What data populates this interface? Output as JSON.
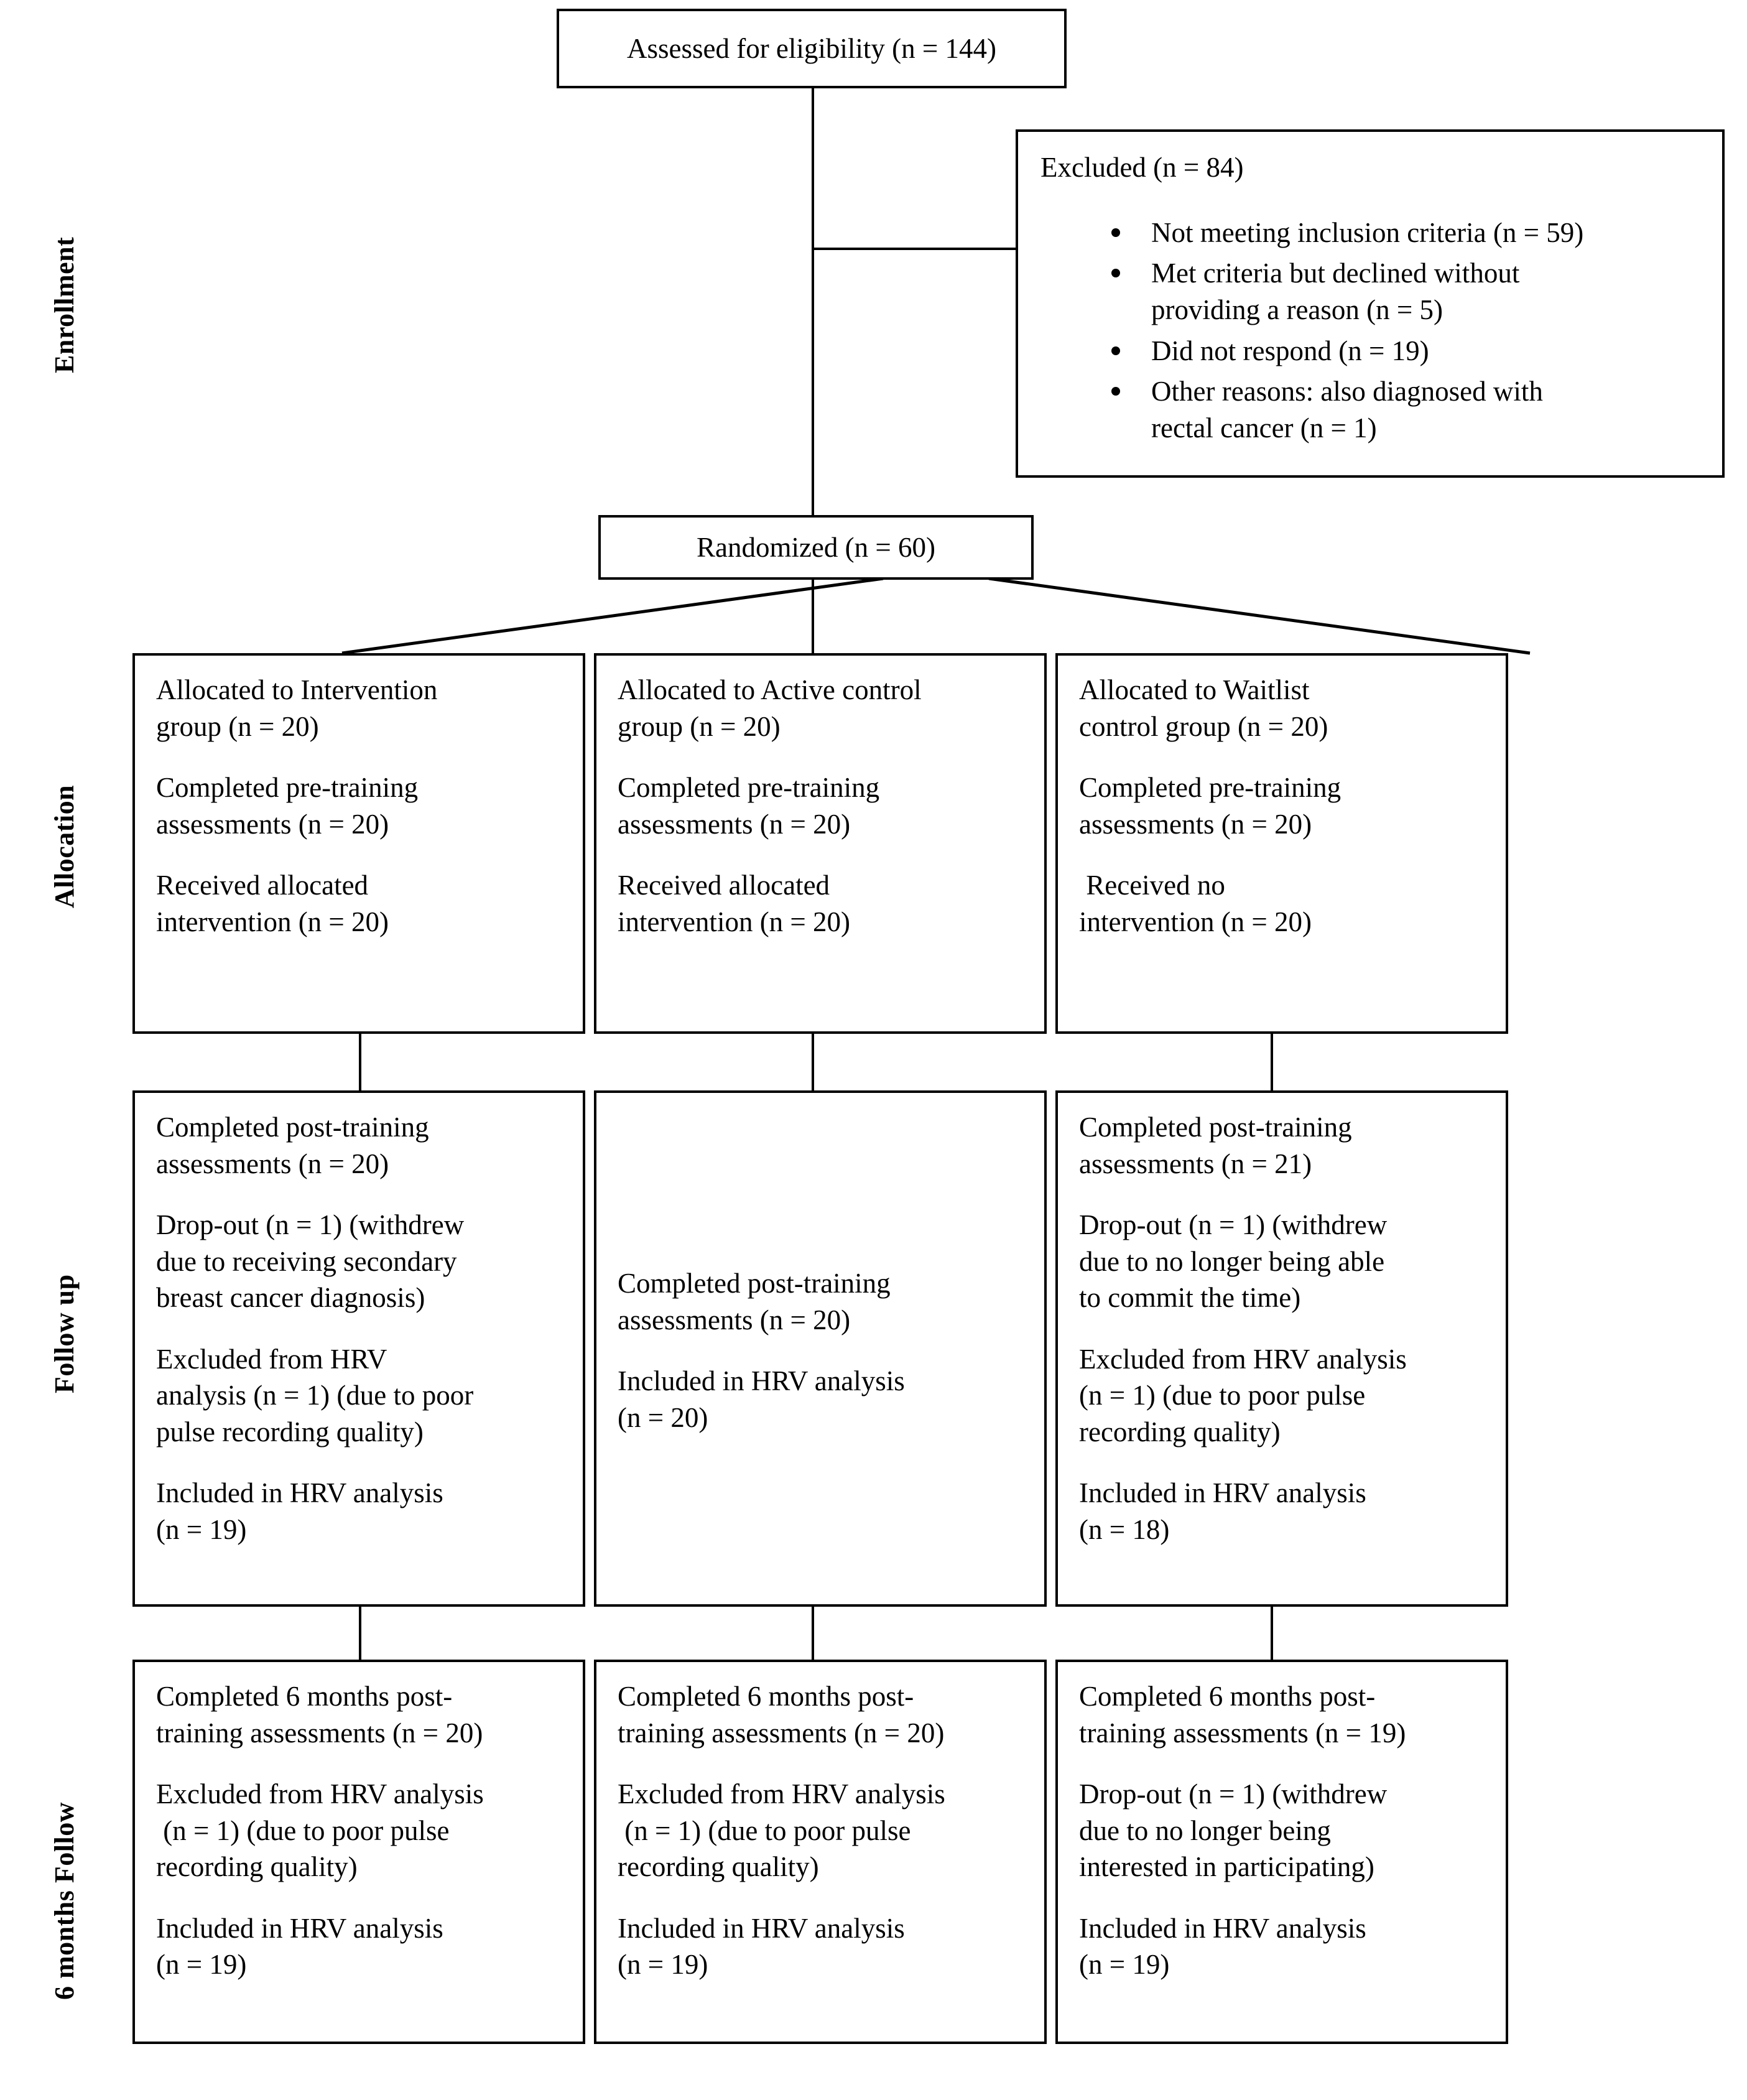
{
  "figure": {
    "type": "consort-flow-diagram",
    "title": "CONSORT participant flow diagram"
  },
  "stages": [
    {
      "id": "enrollment",
      "label": "Enrollment"
    },
    {
      "id": "allocation",
      "label": "Allocation"
    },
    {
      "id": "followup",
      "label": "Follow up"
    },
    {
      "id": "followup6",
      "label": "6 months Follow"
    }
  ],
  "enrollment": {
    "assessed": {
      "text": "Assessed for eligibility (n = 144)"
    },
    "excluded": {
      "heading": "Excluded (n = 84)",
      "reasons": [
        "Not meeting inclusion criteria (n = 59)",
        "Met criteria but declined without\nproviding a reason (n = 5)",
        "Did not respond (n = 19)",
        "Other reasons: also diagnosed with\nrectal cancer (n = 1)"
      ]
    },
    "randomized": {
      "text": "Randomized (n = 60)"
    }
  },
  "allocation": {
    "intervention": {
      "lines": [
        "Allocated to Intervention\ngroup (n = 20)",
        "Completed pre-training\nassessments (n = 20)",
        "Received allocated\nintervention (n = 20)"
      ]
    },
    "active_control": {
      "lines": [
        "Allocated to Active control\ngroup (n = 20)",
        "Completed pre-training\nassessments (n = 20)",
        "Received allocated\nintervention (n = 20)"
      ]
    },
    "waitlist_control": {
      "lines": [
        "Allocated to Waitlist\ncontrol group (n = 20)",
        "Completed pre-training\nassessments (n = 20)",
        " Received no\nintervention (n = 20)"
      ]
    }
  },
  "followup": {
    "intervention": {
      "lines": [
        "Completed post-training\nassessments (n = 20)",
        "Drop-out (n = 1) (withdrew\ndue to receiving secondary\nbreast cancer diagnosis)",
        "Excluded from HRV\nanalysis (n = 1) (due to poor\npulse recording quality)",
        "Included in HRV analysis\n(n = 19)"
      ]
    },
    "active_control": {
      "lines": [
        "Completed post-training\nassessments (n = 20)",
        "Included in HRV analysis\n(n = 20)"
      ]
    },
    "waitlist_control": {
      "lines": [
        "Completed post-training\nassessments (n = 21)",
        "Drop-out (n = 1) (withdrew\ndue to no longer being able\nto commit the time)",
        "Excluded from HRV analysis\n(n = 1) (due to poor pulse\nrecording quality)",
        "Included in HRV analysis\n(n = 18)"
      ]
    }
  },
  "followup6": {
    "intervention": {
      "lines": [
        "Completed 6 months post-\ntraining assessments (n = 20)",
        "Excluded from HRV analysis\n (n = 1) (due to poor pulse\nrecording quality)",
        "Included in HRV analysis\n(n = 19)"
      ]
    },
    "active_control": {
      "lines": [
        "Completed 6 months post-\ntraining assessments (n = 20)",
        "Excluded from HRV analysis\n (n = 1) (due to poor pulse\nrecording quality)",
        "Included in HRV analysis\n(n = 19)"
      ]
    },
    "waitlist_control": {
      "lines": [
        "Completed 6 months post-\ntraining assessments (n = 19)",
        "Drop-out (n = 1) (withdrew\ndue to no longer being\ninterested in participating)",
        "Included in HRV analysis\n(n = 19)"
      ]
    }
  },
  "colors": {
    "ink": "#000000",
    "paper": "#ffffff"
  }
}
